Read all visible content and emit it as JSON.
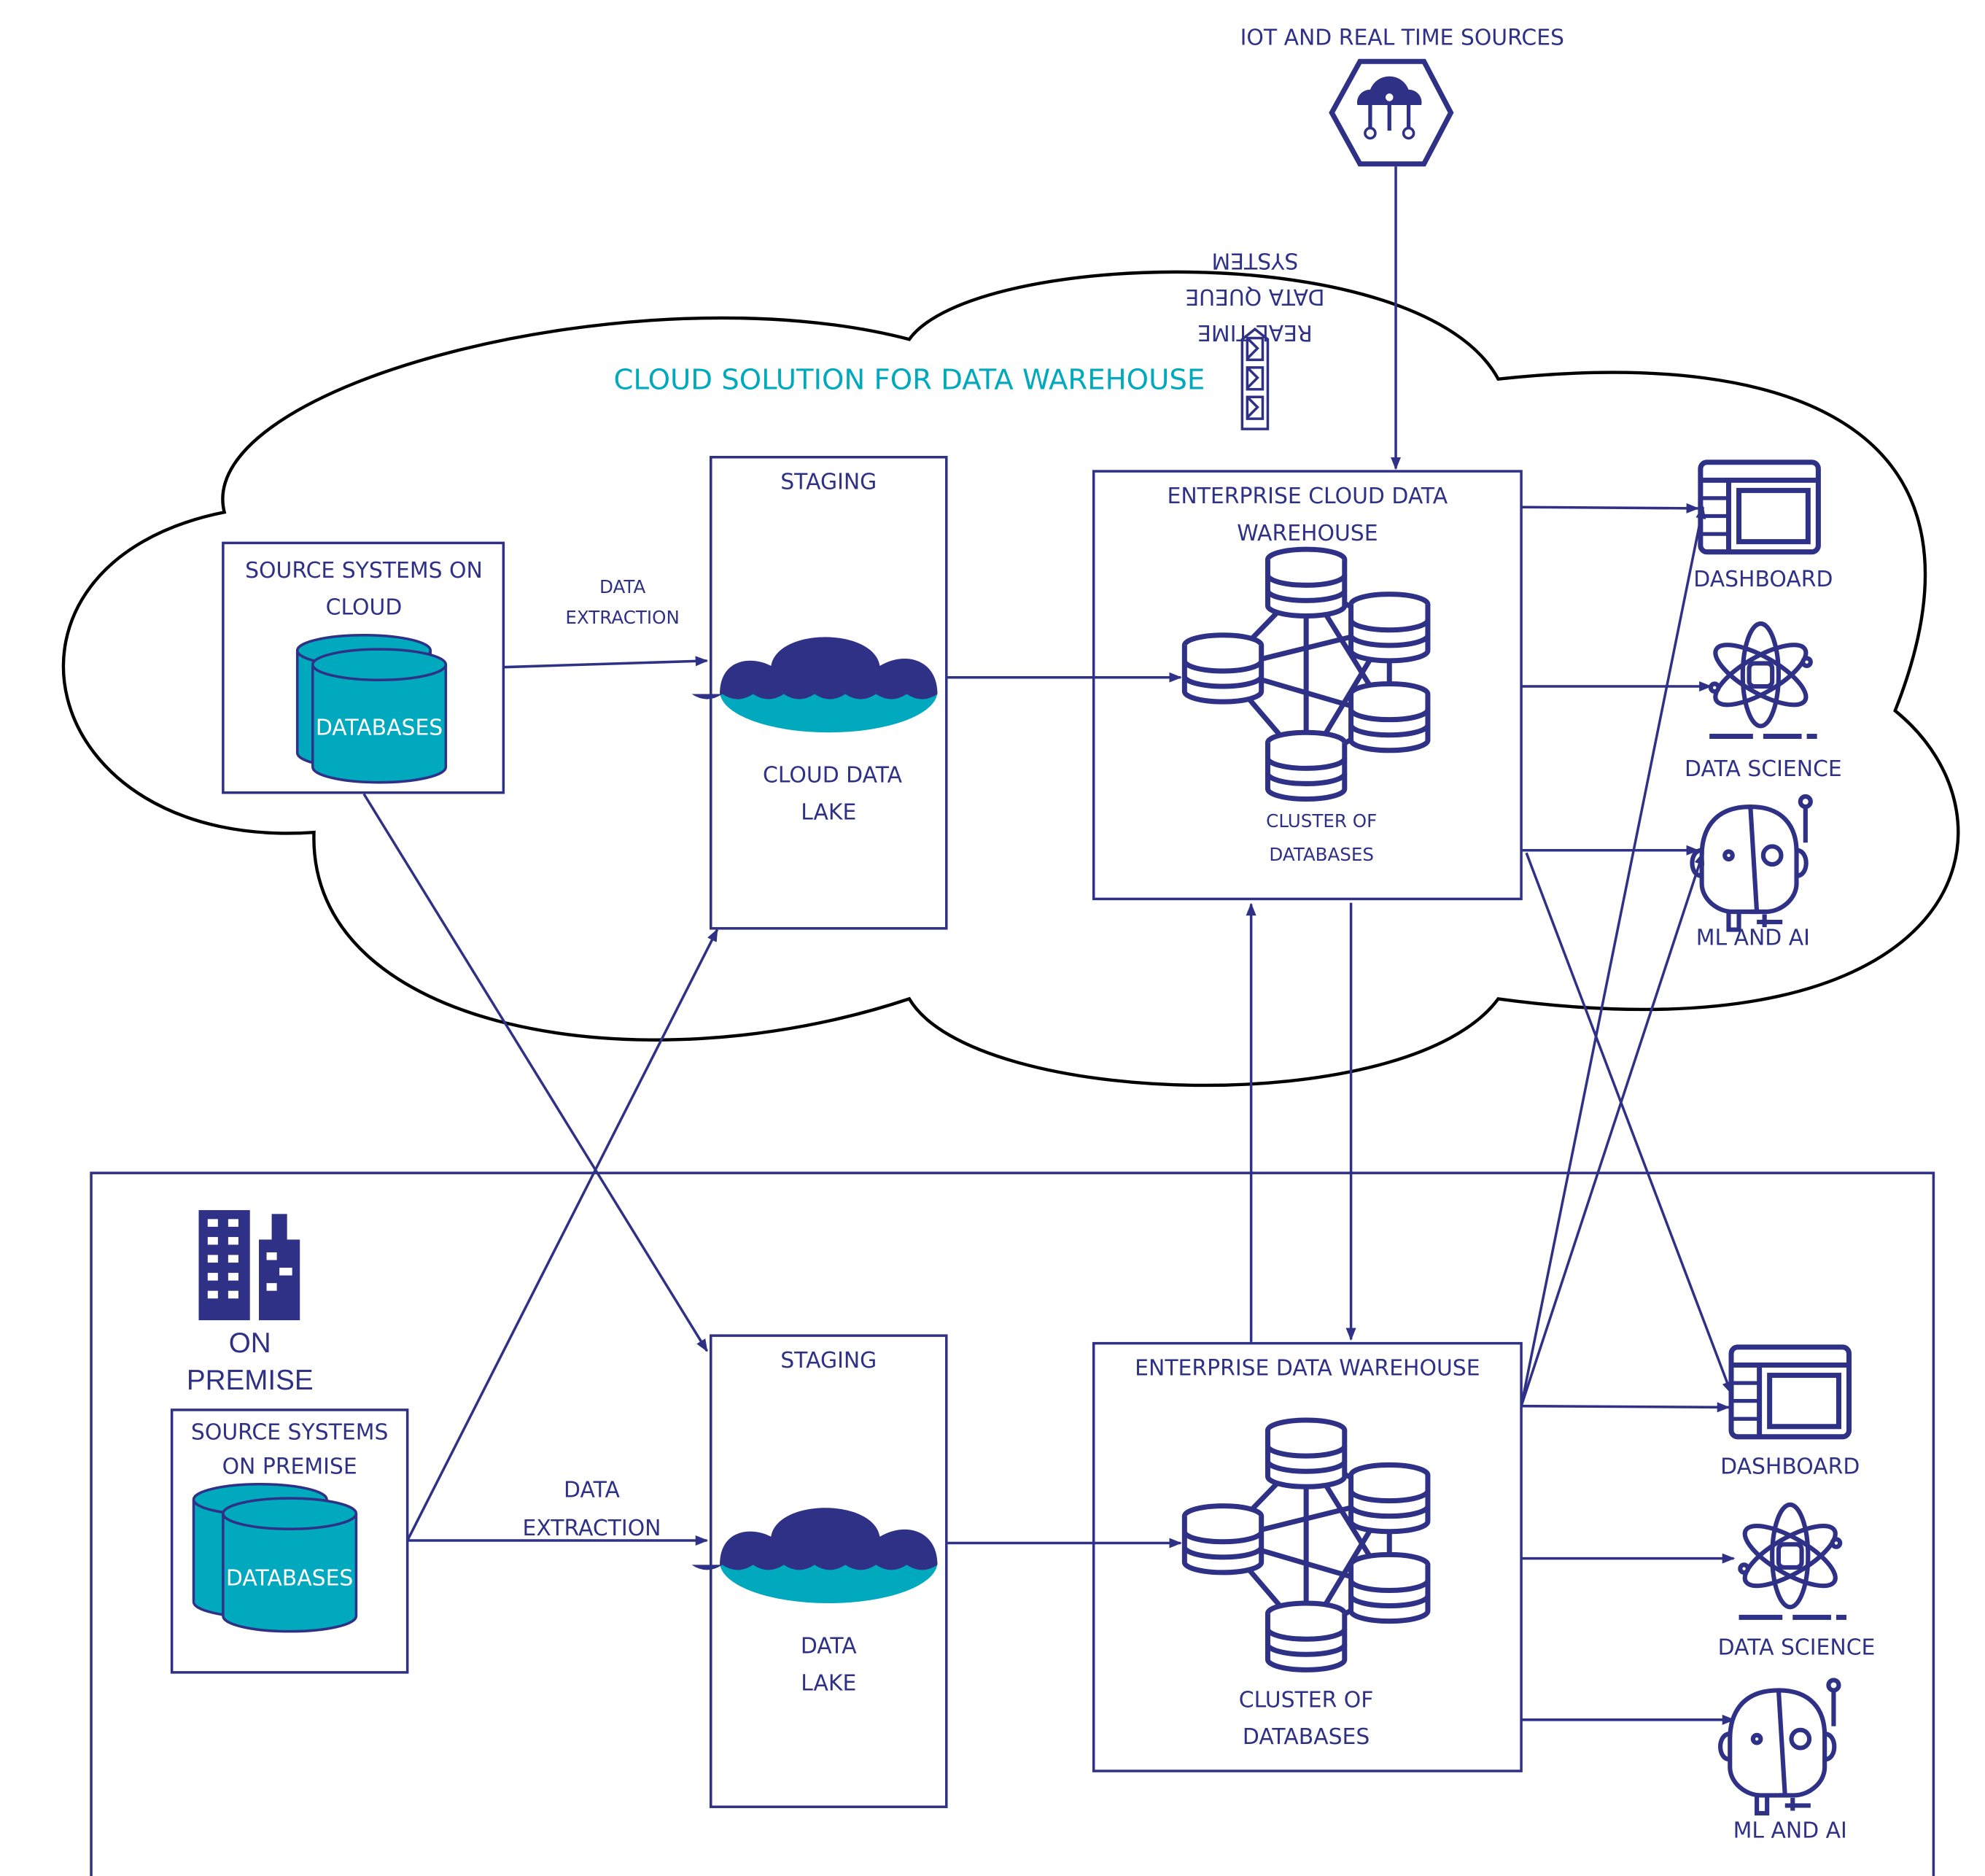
{
  "colors": {
    "primary": "#2e3185",
    "accent": "#00a9bd",
    "cloud_outline": "#000000"
  },
  "iot": {
    "label": "IOT AND REAL TIME SOURCES",
    "icon": "iot-cloud-hexagon-icon"
  },
  "queue": {
    "lines": [
      "REAL TIME",
      "DATA QUEUE",
      "SYSTEM"
    ],
    "icon": "message-queue-icon"
  },
  "cloud": {
    "title": "CLOUD SOLUTION FOR DATA WAREHOUSE",
    "source": {
      "lines": [
        "SOURCE SYSTEMS ON",
        "CLOUD"
      ],
      "db_label": "DATABASES"
    },
    "extraction": [
      "DATA",
      "EXTRACTION"
    ],
    "staging": {
      "title": "STAGING",
      "lines": [
        "CLOUD DATA",
        "LAKE"
      ]
    },
    "warehouse": {
      "lines": [
        "ENTERPRISE CLOUD DATA",
        "WAREHOUSE"
      ],
      "cluster": [
        "CLUSTER OF",
        "DATABASES"
      ]
    },
    "outputs": [
      "DASHBOARD",
      "DATA SCIENCE",
      "ML AND AI"
    ]
  },
  "premise": {
    "title": [
      "ON",
      "PREMISE"
    ],
    "source": {
      "lines": [
        "SOURCE SYSTEMS",
        "ON PREMISE"
      ],
      "db_label": "DATABASES"
    },
    "extraction": [
      "DATA",
      "EXTRACTION"
    ],
    "staging": {
      "title": "STAGING",
      "lines": [
        "DATA",
        "LAKE"
      ]
    },
    "warehouse": {
      "lines": [
        "ENTERPRISE DATA WAREHOUSE"
      ],
      "cluster": [
        "CLUSTER OF",
        "DATABASES"
      ]
    },
    "outputs": [
      "DASHBOARD",
      "DATA SCIENCE",
      "ML AND AI"
    ]
  }
}
